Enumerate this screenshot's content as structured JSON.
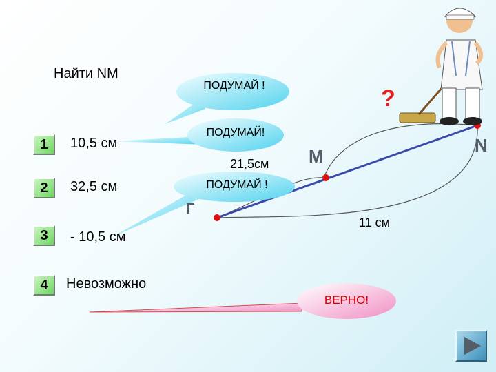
{
  "title": "Найти NМ",
  "options": [
    {
      "number": "1",
      "text": "10,5 см"
    },
    {
      "number": "2",
      "text": "32,5 см"
    },
    {
      "number": "3",
      "text": "- 10,5 см"
    },
    {
      "number": "4",
      "text": "Невозможно"
    }
  ],
  "bubbles": {
    "think_1": "ПОДУМАЙ !",
    "think_2": "ПОДУМАЙ!",
    "think_3": "ПОДУМАЙ !",
    "correct": "ВЕРНО!"
  },
  "diagram": {
    "point_m": "М",
    "point_n": "N",
    "point_g": "Г",
    "question_mark": "?",
    "distance_gn": "21,5см",
    "distance_gm": "11 см"
  },
  "colors": {
    "bubble_gradient_start": "#eafaff",
    "bubble_gradient_end": "#52d3ee",
    "correct_bubble_end": "#f08fc3",
    "answer_button": "#6ed661",
    "point_red": "#e01010",
    "question_red": "#e02020",
    "nav_button": "#3d8fba"
  },
  "icons": {
    "next_button": "play-triangle-icon",
    "character": "sweeper-worker-icon"
  }
}
